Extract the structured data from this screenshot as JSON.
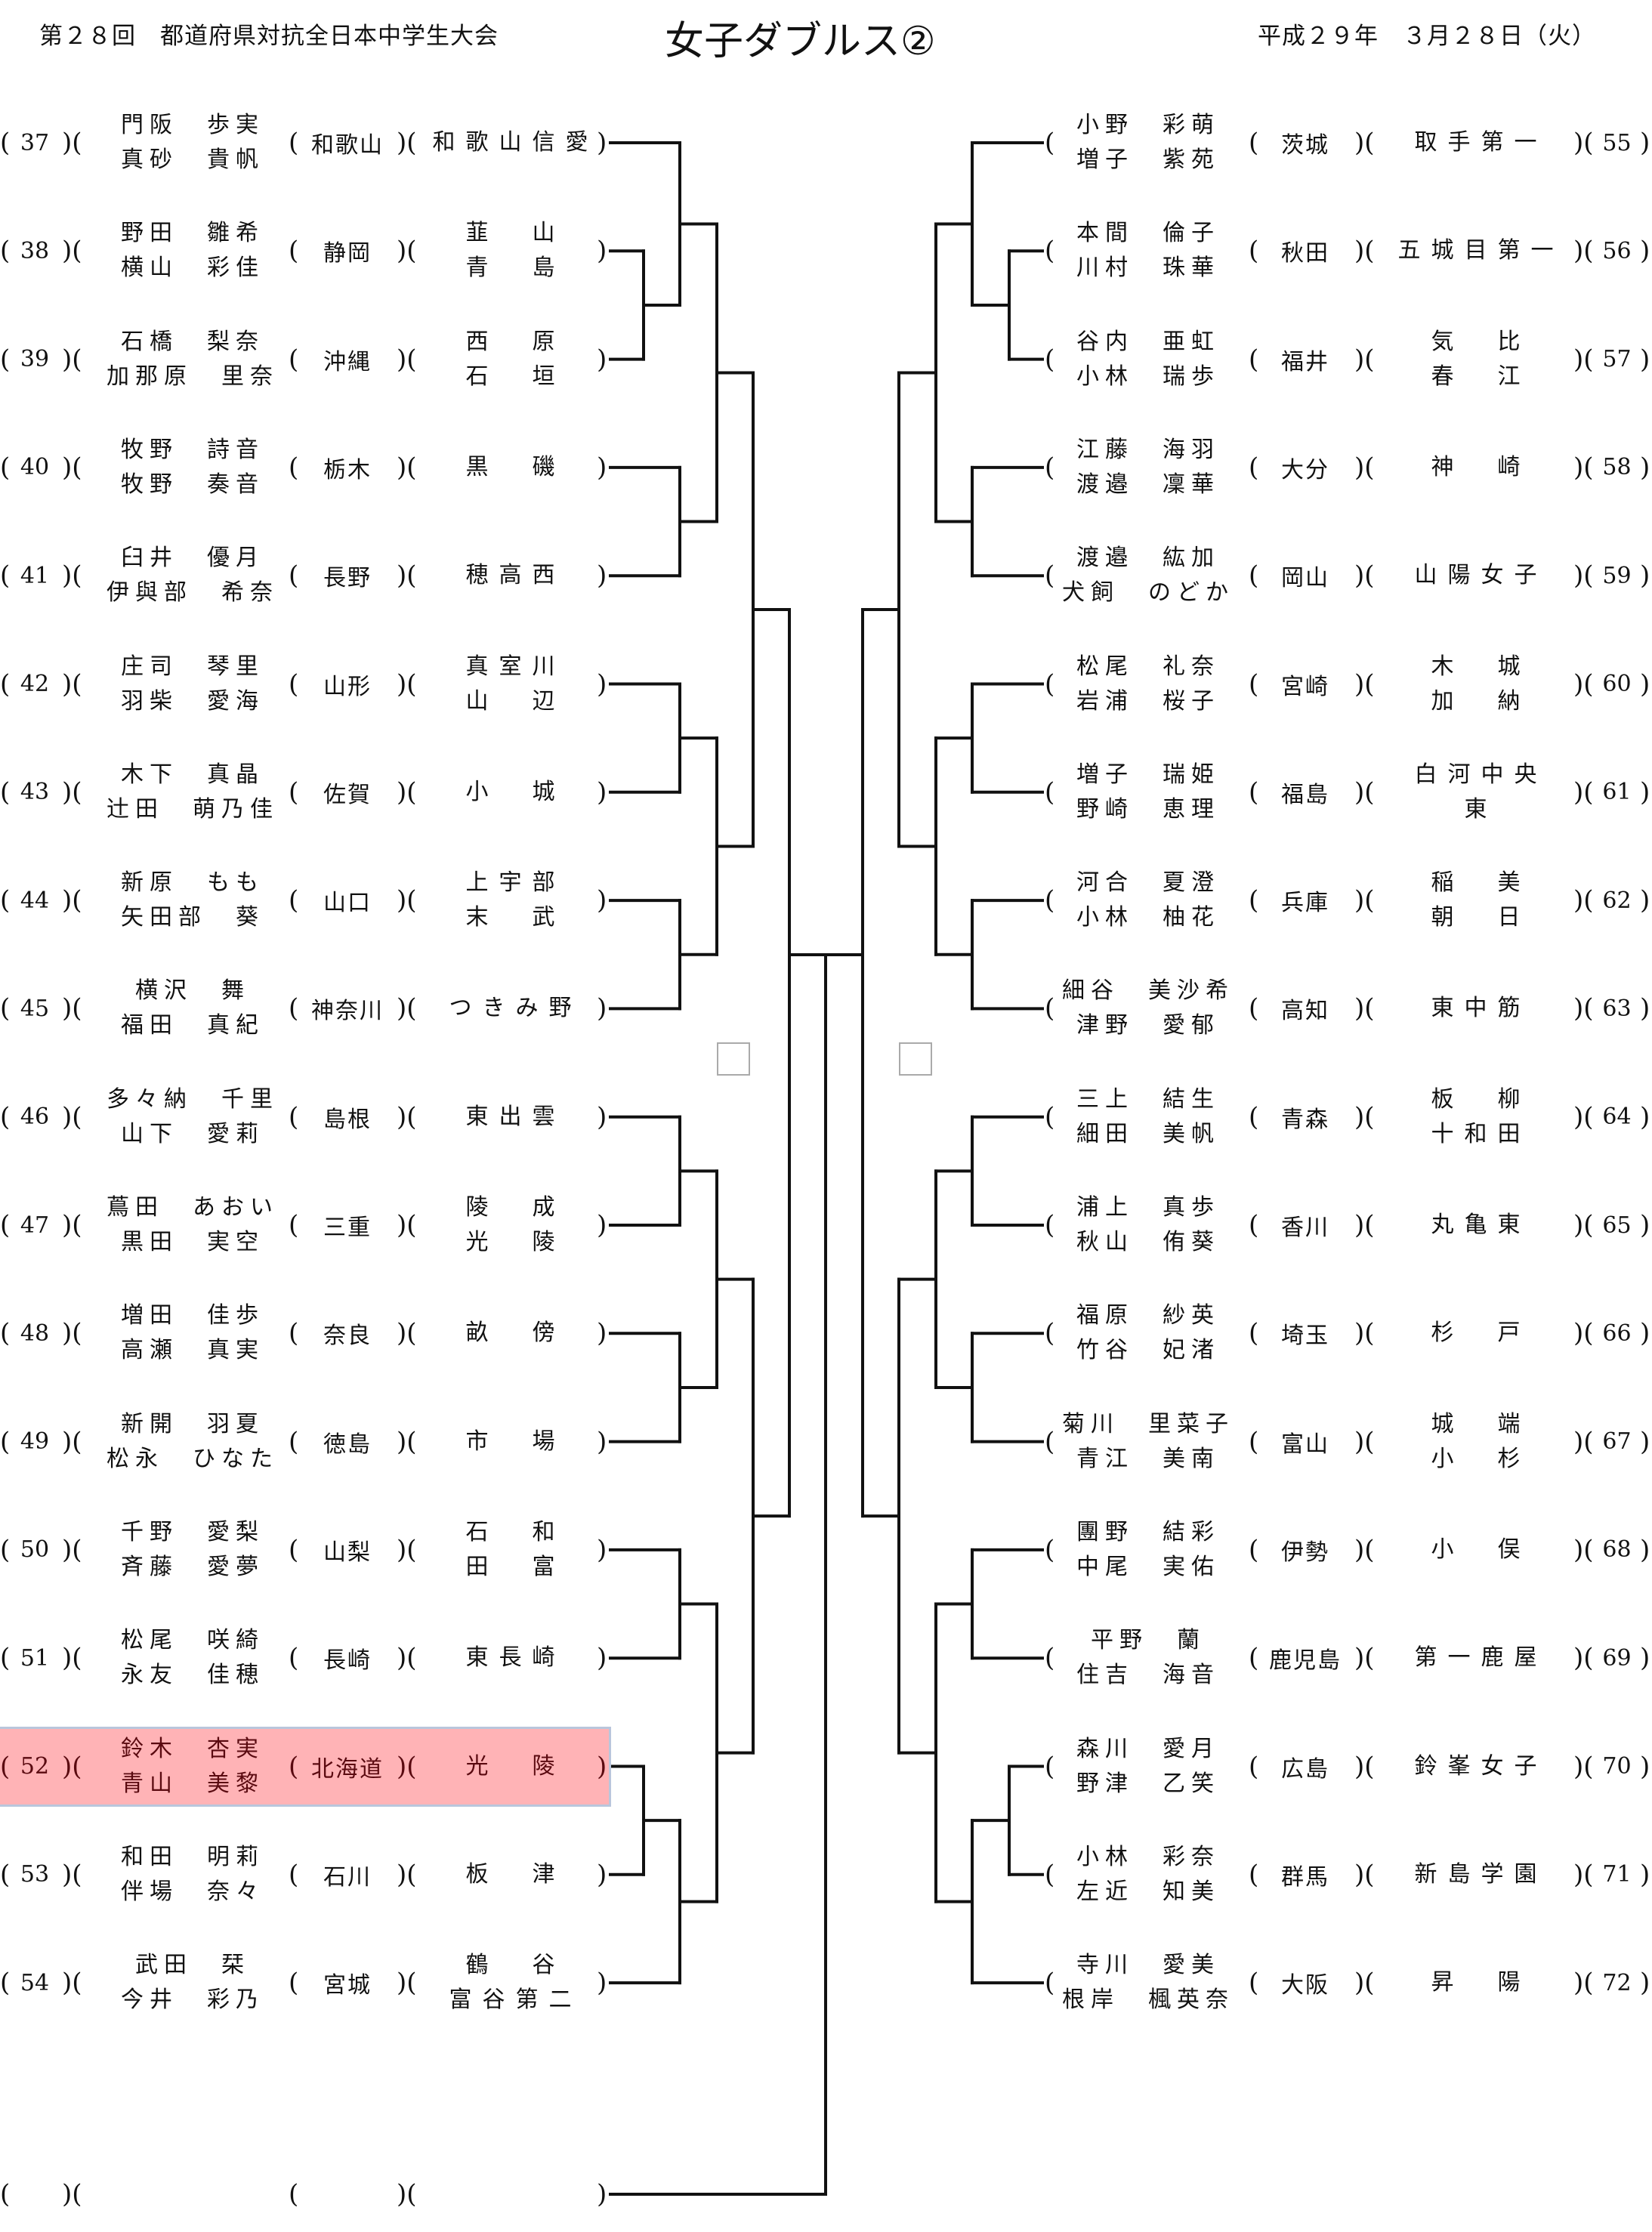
{
  "header": {
    "event": "第２８回　都道府県対抗全日本中学生大会",
    "title": "女子ダブルス②",
    "date": "平成２９年　３月２８日（火）"
  },
  "highlight_color": "#ffb3b6",
  "left_entries": [
    {
      "no": "37",
      "p1": "門阪　歩実",
      "p2": "真砂　貴帆",
      "pref": "和歌山",
      "school": [
        "和歌山信愛"
      ]
    },
    {
      "no": "38",
      "p1": "野田　雛希",
      "p2": "横山　彩佳",
      "pref": "静岡",
      "school": [
        "韮　山",
        "青　島"
      ]
    },
    {
      "no": "39",
      "p1": "石橋　梨奈",
      "p2": "加那原　里奈",
      "pref": "沖縄",
      "school": [
        "西　原",
        "石　垣"
      ]
    },
    {
      "no": "40",
      "p1": "牧野　詩音",
      "p2": "牧野　奏音",
      "pref": "栃木",
      "school": [
        "黒　磯"
      ]
    },
    {
      "no": "41",
      "p1": "臼井　優月",
      "p2": "伊與部　希奈",
      "pref": "長野",
      "school": [
        "穂高西"
      ]
    },
    {
      "no": "42",
      "p1": "庄司　琴里",
      "p2": "羽柴　愛海",
      "pref": "山形",
      "school": [
        "真室川",
        "山　辺"
      ]
    },
    {
      "no": "43",
      "p1": "木下　真晶",
      "p2": "辻田　萌乃佳",
      "pref": "佐賀",
      "school": [
        "小　城"
      ]
    },
    {
      "no": "44",
      "p1": "新原　もも",
      "p2": "矢田部　葵",
      "pref": "山口",
      "school": [
        "上宇部",
        "末　武"
      ]
    },
    {
      "no": "45",
      "p1": "横沢　舞",
      "p2": "福田　真紀",
      "pref": "神奈川",
      "school": [
        "つきみ野"
      ]
    },
    {
      "no": "46",
      "p1": "多々納　千里",
      "p2": "山下　愛莉",
      "pref": "島根",
      "school": [
        "東出雲"
      ]
    },
    {
      "no": "47",
      "p1": "蔦田　あおい",
      "p2": "黒田　実空",
      "pref": "三重",
      "school": [
        "陵　成",
        "光　陵"
      ]
    },
    {
      "no": "48",
      "p1": "増田　佳歩",
      "p2": "高瀬　真実",
      "pref": "奈良",
      "school": [
        "畝　傍"
      ]
    },
    {
      "no": "49",
      "p1": "新開　羽夏",
      "p2": "松永　ひなた",
      "pref": "徳島",
      "school": [
        "市　場"
      ]
    },
    {
      "no": "50",
      "p1": "千野　愛梨",
      "p2": "斉藤　愛夢",
      "pref": "山梨",
      "school": [
        "石　和",
        "田　富"
      ]
    },
    {
      "no": "51",
      "p1": "松尾　咲綺",
      "p2": "永友　佳穂",
      "pref": "長崎",
      "school": [
        "東長崎"
      ]
    },
    {
      "no": "52",
      "p1": "鈴木　杏実",
      "p2": "青山　美黎",
      "pref": "北海道",
      "school": [
        "光　陵"
      ],
      "highlighted": true
    },
    {
      "no": "53",
      "p1": "和田　明莉",
      "p2": "伴場　奈々",
      "pref": "石川",
      "school": [
        "板　津"
      ]
    },
    {
      "no": "54",
      "p1": "武田　栞",
      "p2": "今井　彩乃",
      "pref": "宮城",
      "school": [
        "鶴　谷",
        "富谷第二"
      ]
    },
    {
      "no": "",
      "p1": "",
      "p2": "",
      "pref": "",
      "school": [
        ""
      ]
    }
  ],
  "right_entries": [
    {
      "no": "55",
      "p1": "小野　彩萌",
      "p2": "増子　紫苑",
      "pref": "茨城",
      "school": [
        "取手第一"
      ]
    },
    {
      "no": "56",
      "p1": "本間　倫子",
      "p2": "川村　珠華",
      "pref": "秋田",
      "school": [
        "五城目第一"
      ]
    },
    {
      "no": "57",
      "p1": "谷内　亜虹",
      "p2": "小林　瑞歩",
      "pref": "福井",
      "school": [
        "気　比",
        "春　江"
      ]
    },
    {
      "no": "58",
      "p1": "江藤　海羽",
      "p2": "渡邉　凜華",
      "pref": "大分",
      "school": [
        "神　崎"
      ]
    },
    {
      "no": "59",
      "p1": "渡邉　紘加",
      "p2": "犬飼　のどか",
      "pref": "岡山",
      "school": [
        "山陽女子"
      ]
    },
    {
      "no": "60",
      "p1": "松尾　礼奈",
      "p2": "岩浦　桜子",
      "pref": "宮崎",
      "school": [
        "木　城",
        "加　納"
      ]
    },
    {
      "no": "61",
      "p1": "増子　瑞姫",
      "p2": "野崎　恵理",
      "pref": "福島",
      "school": [
        "白河中央",
        "東"
      ]
    },
    {
      "no": "62",
      "p1": "河合　夏澄",
      "p2": "小林　柚花",
      "pref": "兵庫",
      "school": [
        "稲　美",
        "朝　日"
      ]
    },
    {
      "no": "63",
      "p1": "細谷　美沙希",
      "p2": "津野　愛郁",
      "pref": "高知",
      "school": [
        "東中筋"
      ]
    },
    {
      "no": "64",
      "p1": "三上　結生",
      "p2": "細田　美帆",
      "pref": "青森",
      "school": [
        "板　柳",
        "十和田"
      ]
    },
    {
      "no": "65",
      "p1": "浦上　真歩",
      "p2": "秋山　侑葵",
      "pref": "香川",
      "school": [
        "丸亀東"
      ]
    },
    {
      "no": "66",
      "p1": "福原　紗英",
      "p2": "竹谷　妃渚",
      "pref": "埼玉",
      "school": [
        "杉　戸"
      ]
    },
    {
      "no": "67",
      "p1": "菊川　里菜子",
      "p2": "青江　美南",
      "pref": "富山",
      "school": [
        "城　端",
        "小　杉"
      ]
    },
    {
      "no": "68",
      "p1": "團野　結彩",
      "p2": "中尾　実佑",
      "pref": "伊勢",
      "school": [
        "小　俣"
      ]
    },
    {
      "no": "69",
      "p1": "平野　蘭",
      "p2": "住吉　海音",
      "pref": "鹿児島",
      "school": [
        "第一鹿屋"
      ]
    },
    {
      "no": "70",
      "p1": "森川　愛月",
      "p2": "野津　乙笑",
      "pref": "広島",
      "school": [
        "鈴峯女子"
      ]
    },
    {
      "no": "71",
      "p1": "小林　彩奈",
      "p2": "左近　知美",
      "pref": "群馬",
      "school": [
        "新島学園"
      ]
    },
    {
      "no": "72",
      "p1": "寺川　愛美",
      "p2": "根岸　楓英奈",
      "pref": "大阪",
      "school": [
        "昇　陽"
      ]
    }
  ],
  "score_boxes": {
    "left": "",
    "right": ""
  }
}
